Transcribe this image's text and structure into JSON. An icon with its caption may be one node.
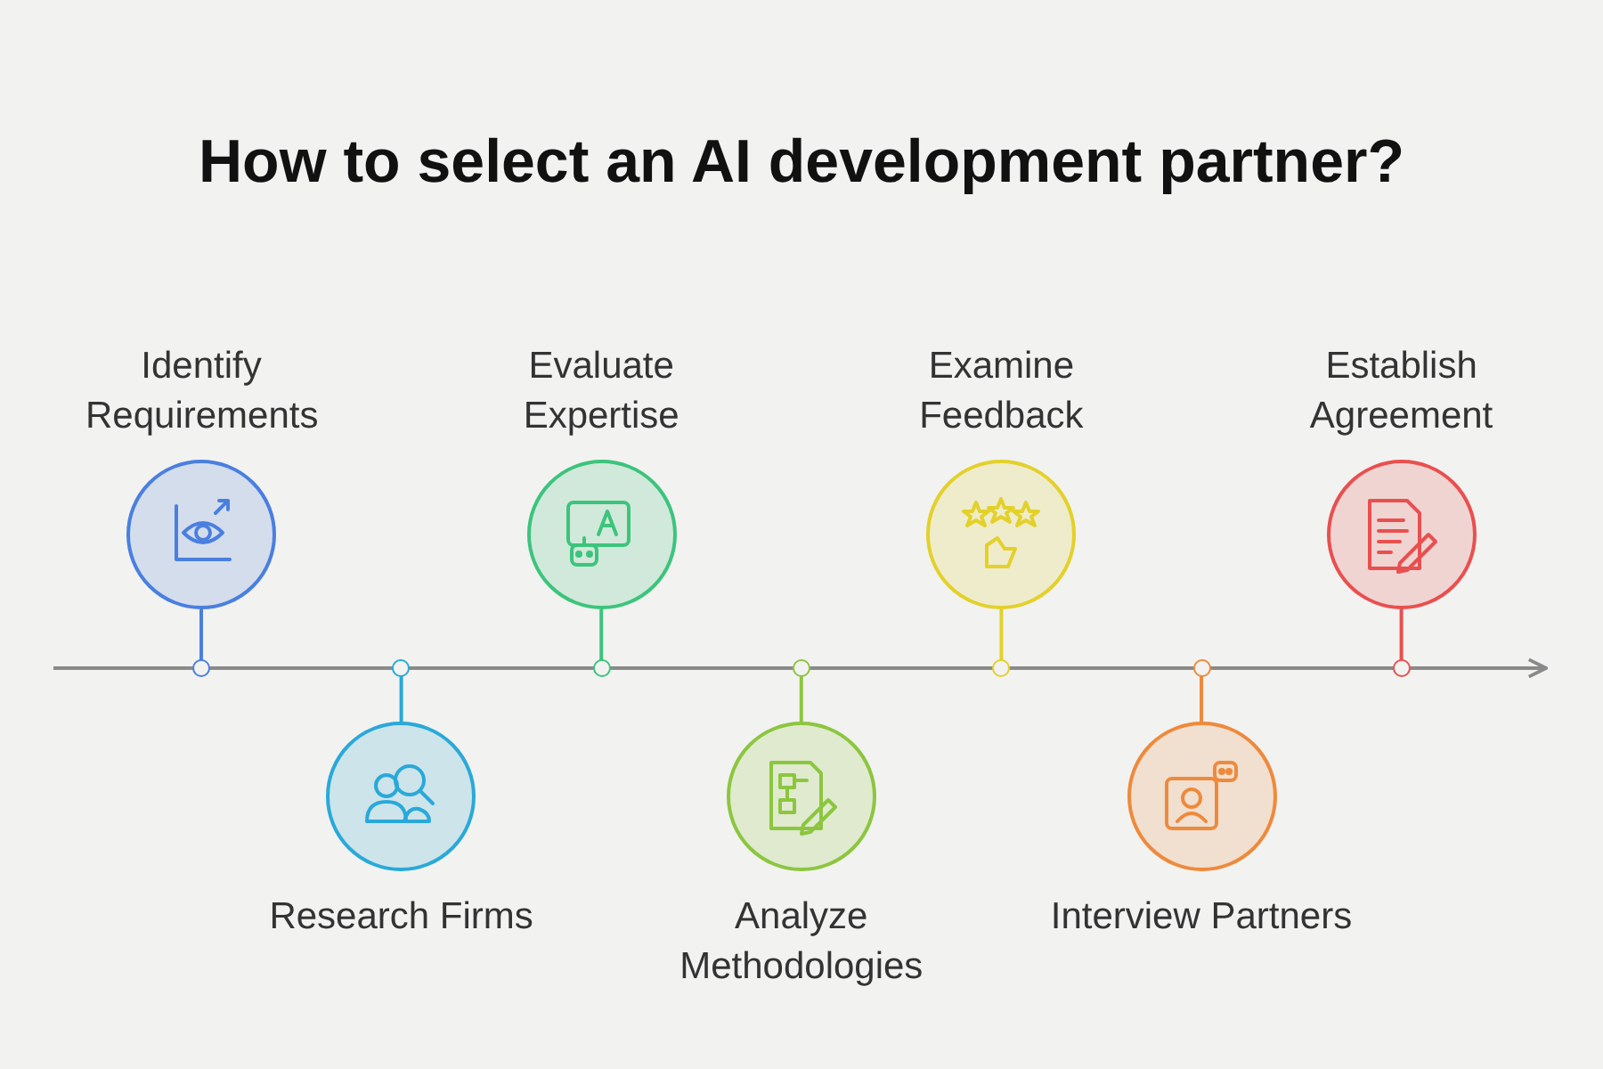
{
  "diagram": {
    "title": "How to select an AI development partner?",
    "nodes": [
      {
        "text": [
          "Identify Requirements"
        ]
      },
      {
        "text": [
          "Research Firms"
        ]
      },
      {
        "text": [
          "Evaluate Expertise"
        ]
      },
      {
        "text": [
          "Analyze Methodologies"
        ]
      },
      {
        "text": [
          "Examine Feedback"
        ]
      },
      {
        "text": [
          "Interview Partners"
        ]
      },
      {
        "text": [
          "Establish Agreement"
        ]
      },
      {
        "text": [],
        "shape": "circle"
      },
      {
        "text": [],
        "shape": "circle"
      },
      {
        "text": [],
        "shape": "circle"
      },
      {
        "text": [],
        "shape": "circle"
      },
      {
        "text": [],
        "shape": "circle"
      },
      {
        "text": [],
        "shape": "circle"
      },
      {
        "text": [],
        "shape": "circle"
      }
    ],
    "edges": [
      {
        "from": 0,
        "to": 7,
        "arrow": "none",
        "color": "#4a7fe0"
      },
      {
        "from": 1,
        "to": 8,
        "arrow": "none",
        "color": "#29a9d9"
      },
      {
        "from": 2,
        "to": 9,
        "arrow": "none",
        "color": "#3cc47c"
      },
      {
        "from": 3,
        "to": 10,
        "arrow": "none",
        "color": "#8cc63f"
      },
      {
        "from": 4,
        "to": 11,
        "arrow": "none",
        "color": "#e3d12a"
      },
      {
        "from": 5,
        "to": 12,
        "arrow": "none",
        "color": "#ee8a3c"
      },
      {
        "from": 6,
        "to": 13,
        "arrow": "none",
        "color": "#e8504f"
      },
      {
        "from": null,
        "to": 7,
        "arrow": "none"
      },
      {
        "from": 7,
        "to": 8,
        "arrow": "none"
      },
      {
        "from": 8,
        "to": 9,
        "arrow": "none"
      },
      {
        "from": 9,
        "to": 10,
        "arrow": "none"
      },
      {
        "from": 10,
        "to": 11,
        "arrow": "none"
      },
      {
        "from": 11,
        "to": 12,
        "arrow": "none"
      },
      {
        "from": 12,
        "to": 13,
        "arrow": "none"
      },
      {
        "from": 13,
        "to": null,
        "arrow": "to"
      }
    ]
  }
}
